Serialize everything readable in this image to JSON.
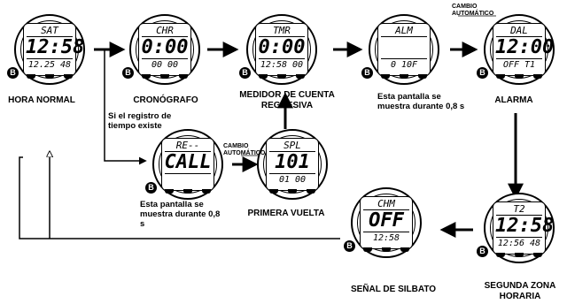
{
  "watches": [
    {
      "id": "hora-normal",
      "top": "SAT",
      "mid": "12:58",
      "bot": "12.25 48",
      "button": "B"
    },
    {
      "id": "cronografo",
      "top": "CHR",
      "mid": "0:00",
      "bot": "00 00",
      "button": "B"
    },
    {
      "id": "cuenta-regresiva",
      "top": "TMR",
      "mid": "0:00",
      "bot": "12:58 00",
      "button": "B"
    },
    {
      "id": "alarma-set",
      "top": "ALM",
      "mid": "",
      "bot": "0 10F",
      "button": "B"
    },
    {
      "id": "alarma",
      "top": "DAL",
      "mid": "12:00",
      "bot": "OFF T1",
      "button": "B"
    },
    {
      "id": "recall",
      "top": "RE--",
      "mid": "CALL",
      "bot": "",
      "button": "B"
    },
    {
      "id": "primera-vuelta",
      "top": "SPL",
      "mid": "101",
      "bot": "01 00",
      "button": ""
    },
    {
      "id": "silbato",
      "top": "CHM",
      "mid": "OFF",
      "bot": "12:58",
      "button": "B"
    },
    {
      "id": "segunda-zona",
      "top": "T2",
      "mid": "12:58",
      "bot": "12:56 48",
      "button": "B"
    }
  ],
  "labels": {
    "hora_normal": "HORA NORMAL",
    "cronografo": "CRONÓGRAFO",
    "medidor": "MEDIDOR DE CUENTA REGRESIVA",
    "alarma": "ALARMA",
    "primera_vuelta": "PRIMERA VUELTA",
    "senal_silbato": "SEÑAL DE SILBATO",
    "segunda_zona": "SEGUNDA ZONA HORARIA"
  },
  "notes": {
    "registro": "Si el registro de tiempo existe",
    "pantalla_alm": "Esta pantalla se muestra durante 0,8 s",
    "pantalla_recall": "Esta pantalla se muestra durante 0,8 s",
    "cambio_1": "CAMBIO AUTOMÁTICO",
    "cambio_2": "CAMBIO AUTOMÁTICO"
  }
}
